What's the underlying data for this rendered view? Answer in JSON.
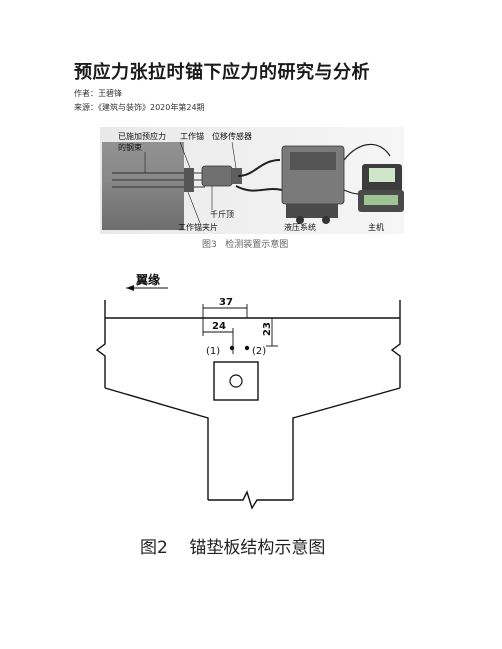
{
  "article": {
    "title": "预应力张拉时锚下应力的研究与分析",
    "author_line": "作者：王碧锋",
    "source_line": "来源：《建筑与装饰》2020年第24期"
  },
  "figure3": {
    "label_tendon_1": "已施加预应力",
    "label_tendon_2": "的钢束",
    "label_work_anchor": "工作锚",
    "label_displacement_sensor": "位移传感器",
    "label_jack": "千斤顶",
    "label_clip": "工作锚夹片",
    "label_hydraulic": "液压系统",
    "label_host": "主机",
    "caption": "图3   检测装置示意图"
  },
  "figure2": {
    "flange_label": "翼缘",
    "dim_37": "37",
    "dim_24": "24",
    "dim_23": "23",
    "point_1": "(1)",
    "point_2": "(2)",
    "caption": "图2    锚垫板结构示意图"
  }
}
